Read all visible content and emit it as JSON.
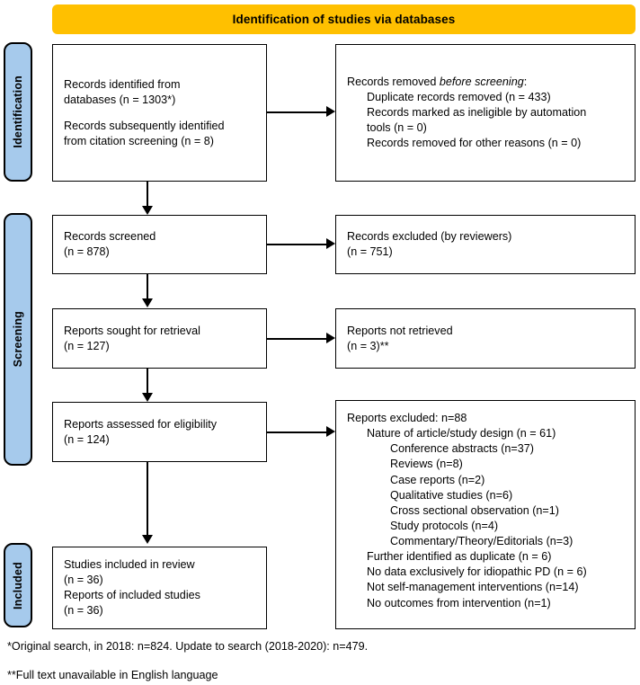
{
  "banner": {
    "title": "Identification of studies via databases"
  },
  "colors": {
    "banner_bg": "#FFC000",
    "stage_pill_bg": "#A6CAEC",
    "box_border": "#000000",
    "text": "#000000",
    "page_bg": "#FFFFFF"
  },
  "stages": [
    {
      "id": "identification",
      "label": "Identification"
    },
    {
      "id": "screening",
      "label": "Screening"
    },
    {
      "id": "included",
      "label": "Included"
    }
  ],
  "boxes": {
    "records_identified": {
      "lines": [
        "Records identified from",
        "databases (n = 1303*)",
        "",
        "Records subsequently identified",
        "from citation screening (n = 8)"
      ]
    },
    "records_removed": {
      "heading_prefix": "Records removed ",
      "heading_italic": "before screening",
      "heading_suffix": ":",
      "items": [
        "Duplicate records removed (n = 433)",
        "Records marked as ineligible by automation",
        "tools (n = 0)",
        "Records removed for other reasons (n = 0)"
      ]
    },
    "records_screened": {
      "lines": [
        "Records screened",
        "(n = 878)"
      ]
    },
    "records_excluded": {
      "lines": [
        "Records excluded (by reviewers)",
        "(n = 751)"
      ]
    },
    "reports_sought": {
      "lines": [
        "Reports sought for retrieval",
        "(n = 127)"
      ]
    },
    "reports_not_retrieved": {
      "lines": [
        "Reports not retrieved",
        "(n = 3)**"
      ]
    },
    "reports_assessed": {
      "lines": [
        "Reports assessed for eligibility",
        "(n = 124)"
      ]
    },
    "reports_excluded": {
      "heading": "Reports excluded: n=88",
      "level1_nature": "Nature of article/study design (n = 61)",
      "level2": [
        "Conference abstracts (n=37)",
        "Reviews (n=8)",
        "Case reports (n=2)",
        "Qualitative studies (n=6)",
        "Cross sectional observation (n=1)",
        "Study protocols (n=4)",
        "Commentary/Theory/Editorials (n=3)"
      ],
      "level1_rest": [
        "Further identified as duplicate (n = 6)",
        "No data exclusively for idiopathic PD (n = 6)",
        "Not self-management interventions (n=14)",
        "No outcomes from intervention (n=1)"
      ]
    },
    "studies_included": {
      "lines": [
        "Studies included in review",
        "(n = 36)",
        "Reports of included studies",
        "(n = 36)"
      ]
    }
  },
  "footnotes": [
    "*Original search, in 2018: n=824. Update to search (2018-2020): n=479.",
    "**Full text unavailable in English language"
  ]
}
